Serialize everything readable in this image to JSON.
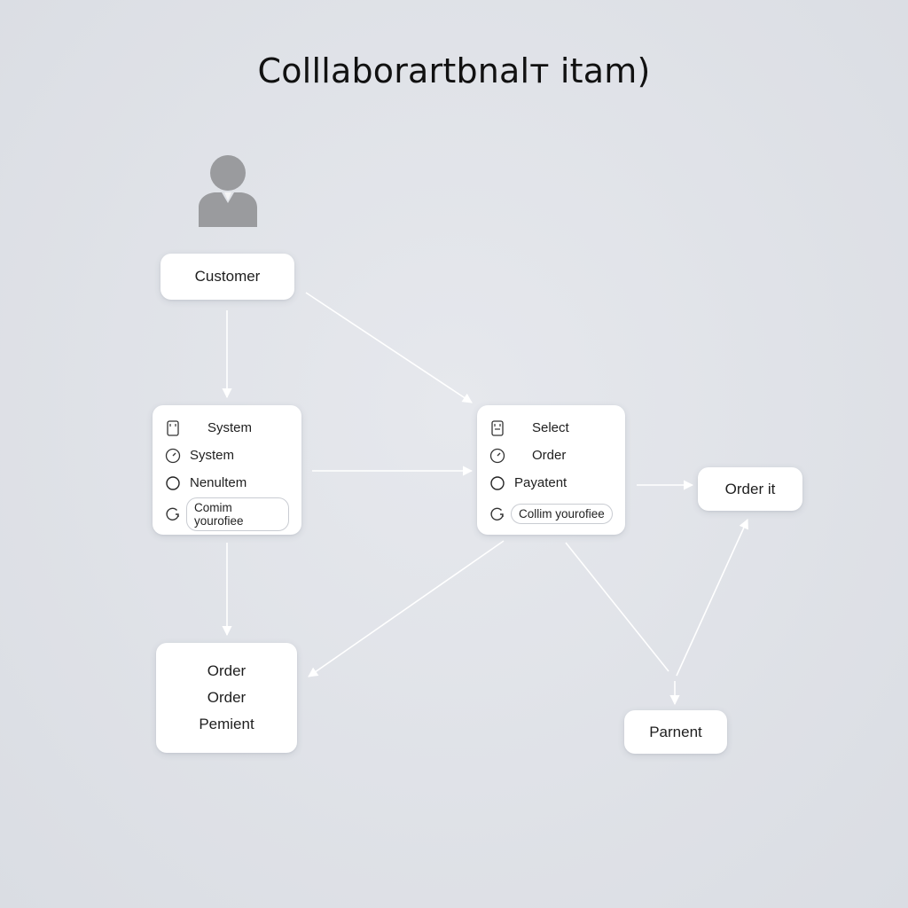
{
  "diagram": {
    "title": "Colllaborartbnalт itam)",
    "actor": {
      "icon": "person-icon",
      "label": "Customer"
    },
    "system_panel": {
      "rows": [
        {
          "icon": "device-icon",
          "label": "System"
        },
        {
          "icon": "clock-icon",
          "label": "System"
        },
        {
          "icon": "radio-icon",
          "label": "Nenultem"
        },
        {
          "icon": "refresh-icon",
          "label": "Comim yourofiee"
        }
      ]
    },
    "select_panel": {
      "rows": [
        {
          "icon": "device-icon",
          "label": "Select"
        },
        {
          "icon": "clock-icon",
          "label": "Order"
        },
        {
          "icon": "radio-icon",
          "label": "Payatent"
        },
        {
          "icon": "refresh-icon",
          "label": "Collim yourofiee"
        }
      ]
    },
    "order_node": {
      "label": "Order it"
    },
    "order_stack": {
      "lines": [
        "Order",
        "Order",
        "Pemient"
      ]
    },
    "payment_node": {
      "label": "Parnent"
    },
    "colors": {
      "background": "#dfe2e8",
      "node_fill": "#ffffff",
      "connector": "#ffffff",
      "avatar": "#9a9b9e"
    }
  }
}
